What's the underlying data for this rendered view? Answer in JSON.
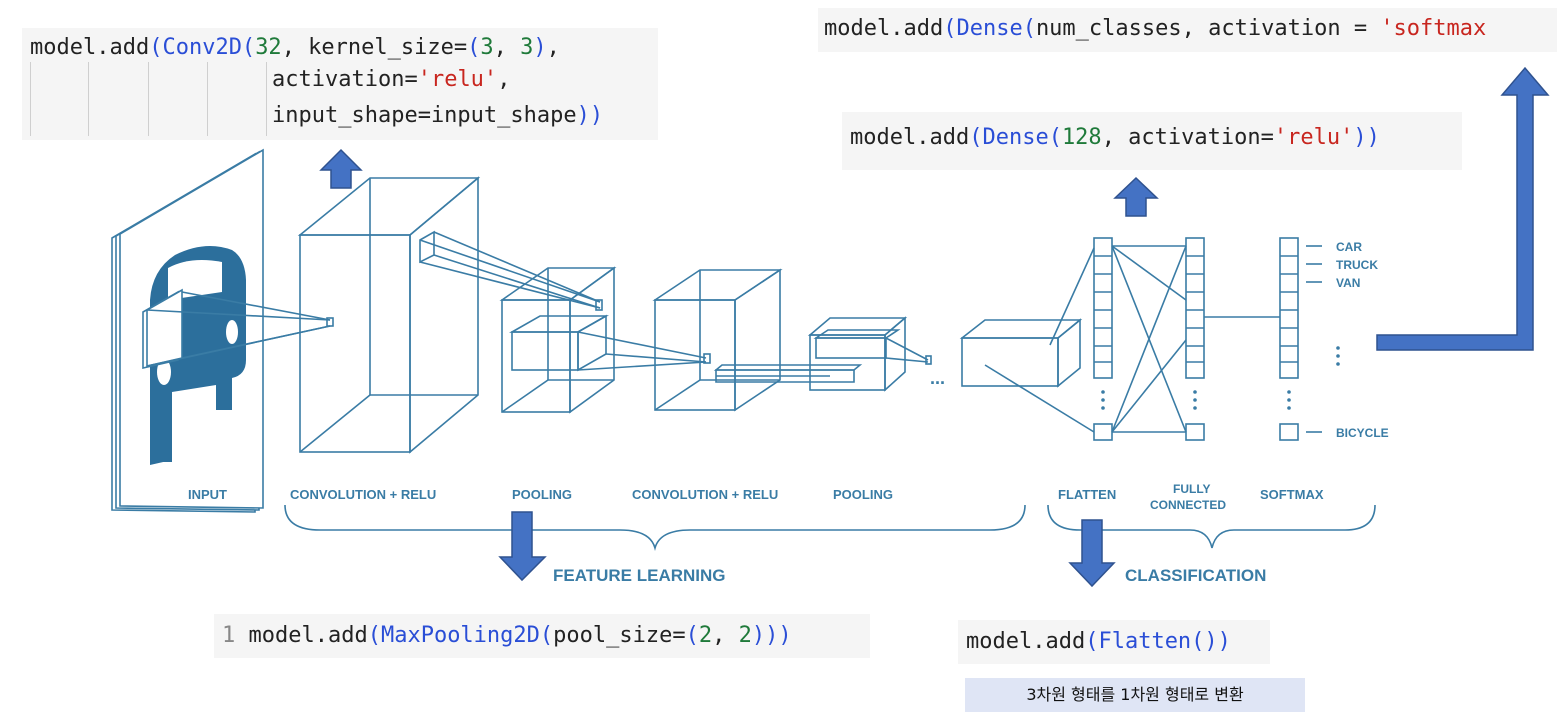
{
  "code_conv": {
    "line1": {
      "t1": "model.add",
      "t2": "(Conv2D(",
      "t3": "32",
      "t4": ", kernel_size=",
      "t5": "(",
      "t6": "3",
      "t7": ", ",
      "t8": "3",
      "t9": ")",
      "t10": ","
    },
    "line2": {
      "t1": "activation=",
      "t2": "'relu'",
      "t3": ","
    },
    "line3": {
      "t1": "input_shape=input_shape",
      "t2": "))"
    }
  },
  "code_softmax": {
    "t1": "model.add",
    "t2": "(Dense(",
    "t3": "num_classes, activation = ",
    "t4": "'softmax"
  },
  "code_dense": {
    "t1": "model.add",
    "t2": "(Dense(",
    "t3": "128",
    "t4": ", activation=",
    "t5": "'relu'",
    "t6": "))"
  },
  "code_pool": {
    "t0": "1 ",
    "t1": "model.add",
    "t2": "(MaxPooling2D(",
    "t3": "pool_size=",
    "t4": "(",
    "t5": "2",
    "t6": ", ",
    "t7": "2",
    "t8": ")))"
  },
  "code_flatten": {
    "t1": "model.add",
    "t2": "(Flatten())"
  },
  "note_flatten": "3차원 형태를 1차원 형태로 변환",
  "labels": {
    "input": "INPUT",
    "conv1": "CONVOLUTION + RELU",
    "pool1": "POOLING",
    "conv2": "CONVOLUTION + RELU",
    "pool2": "POOLING",
    "flatten": "FLATTEN",
    "fc_line1": "FULLY",
    "fc_line2": "CONNECTED",
    "softmax": "SOFTMAX",
    "feature_learning": "FEATURE LEARNING",
    "classification": "CLASSIFICATION",
    "dots": "..."
  },
  "outputs": [
    "CAR",
    "TRUCK",
    "VAN",
    "BICYCLE"
  ],
  "colors": {
    "diagram": "#3a7ca5",
    "arrow_fill": "#4472c4",
    "arrow_stroke": "#2f528f",
    "code_bg": "#f5f5f5",
    "note_bg": "#dfe5f5"
  }
}
